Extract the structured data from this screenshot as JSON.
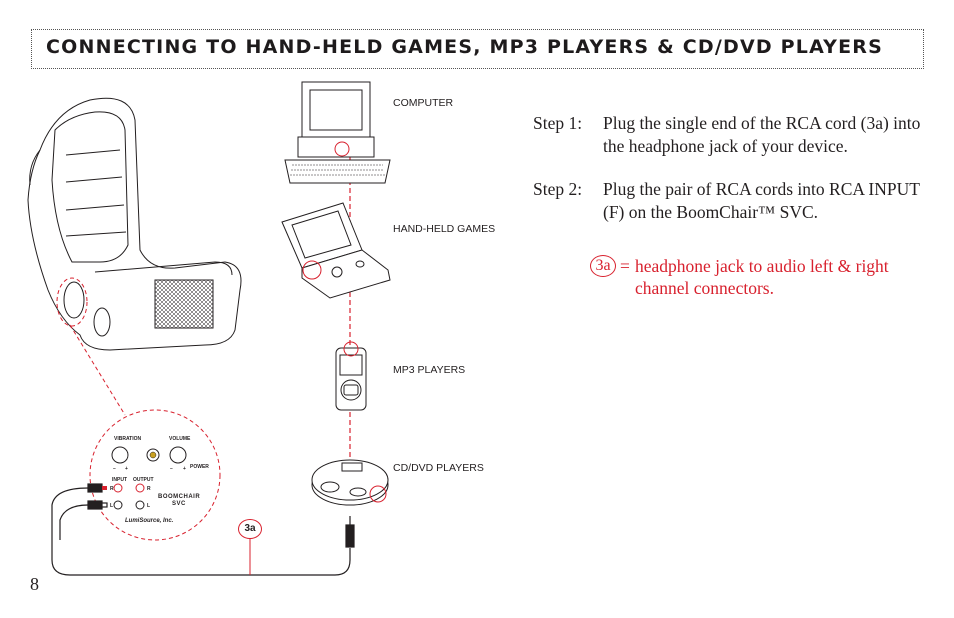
{
  "header": {
    "title": "CONNECTING TO HAND-HELD GAMES, MP3 PLAYERS & CD/DVD PLAYERS"
  },
  "page_number": "8",
  "devices": {
    "computer": "COMPUTER",
    "handheld": "HAND-HELD GAMES",
    "mp3": "MP3 PLAYERS",
    "cddvd": "CD/DVD PLAYERS"
  },
  "control_panel": {
    "vibration": "VIBRATION",
    "volume": "VOLUME",
    "input": "INPUT",
    "output": "OUTPUT",
    "power": "POWER",
    "minus": "−",
    "plus": "+",
    "r": "R",
    "l": "L",
    "logo_line1": "BOOMCHAIR",
    "logo_line2": "SVC",
    "brand": "LumiSource, Inc."
  },
  "callout": "3a",
  "steps": [
    {
      "num": "Step 1:",
      "text": "Plug the single end of the RCA cord (3a) into the headphone jack of your device."
    },
    {
      "num": "Step 2:",
      "text": "Plug the pair of RCA cords into RCA INPUT (F) on the BoomChair™ SVC."
    }
  ],
  "legend": {
    "badge": "3a",
    "equals": "=",
    "text": "headphone jack to audio left & right channel connectors."
  },
  "colors": {
    "accent_red": "#d8212e",
    "ink": "#231f20"
  }
}
